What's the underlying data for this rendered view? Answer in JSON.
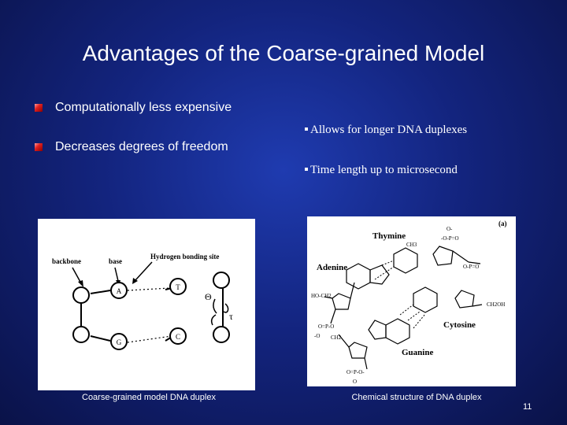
{
  "slide": {
    "title": "Advantages of the Coarse-grained Model",
    "bullets": [
      "Computationally less expensive",
      "Decreases degrees of freedom"
    ],
    "subpoints": [
      "Allows for longer DNA duplexes",
      "Time length up to microsecond"
    ],
    "page_number": "11"
  },
  "left_figure": {
    "labels": {
      "backbone": "backbone",
      "base": "base",
      "hbond": "Hydrogen bonding site"
    },
    "bases": [
      "A",
      "T",
      "G",
      "C"
    ],
    "symbols": {
      "theta": "Θ",
      "tau": "τ"
    },
    "caption": "Coarse-grained model DNA duplex"
  },
  "right_figure": {
    "panel_label": "(a)",
    "names": {
      "thymine": "Thymine",
      "adenine": "Adenine",
      "cytosine": "Cytosine",
      "guanine": "Guanine"
    },
    "caption": "Chemical structure of DNA duplex"
  },
  "colors": {
    "background": "#13247e",
    "bullet": "#e02020"
  }
}
